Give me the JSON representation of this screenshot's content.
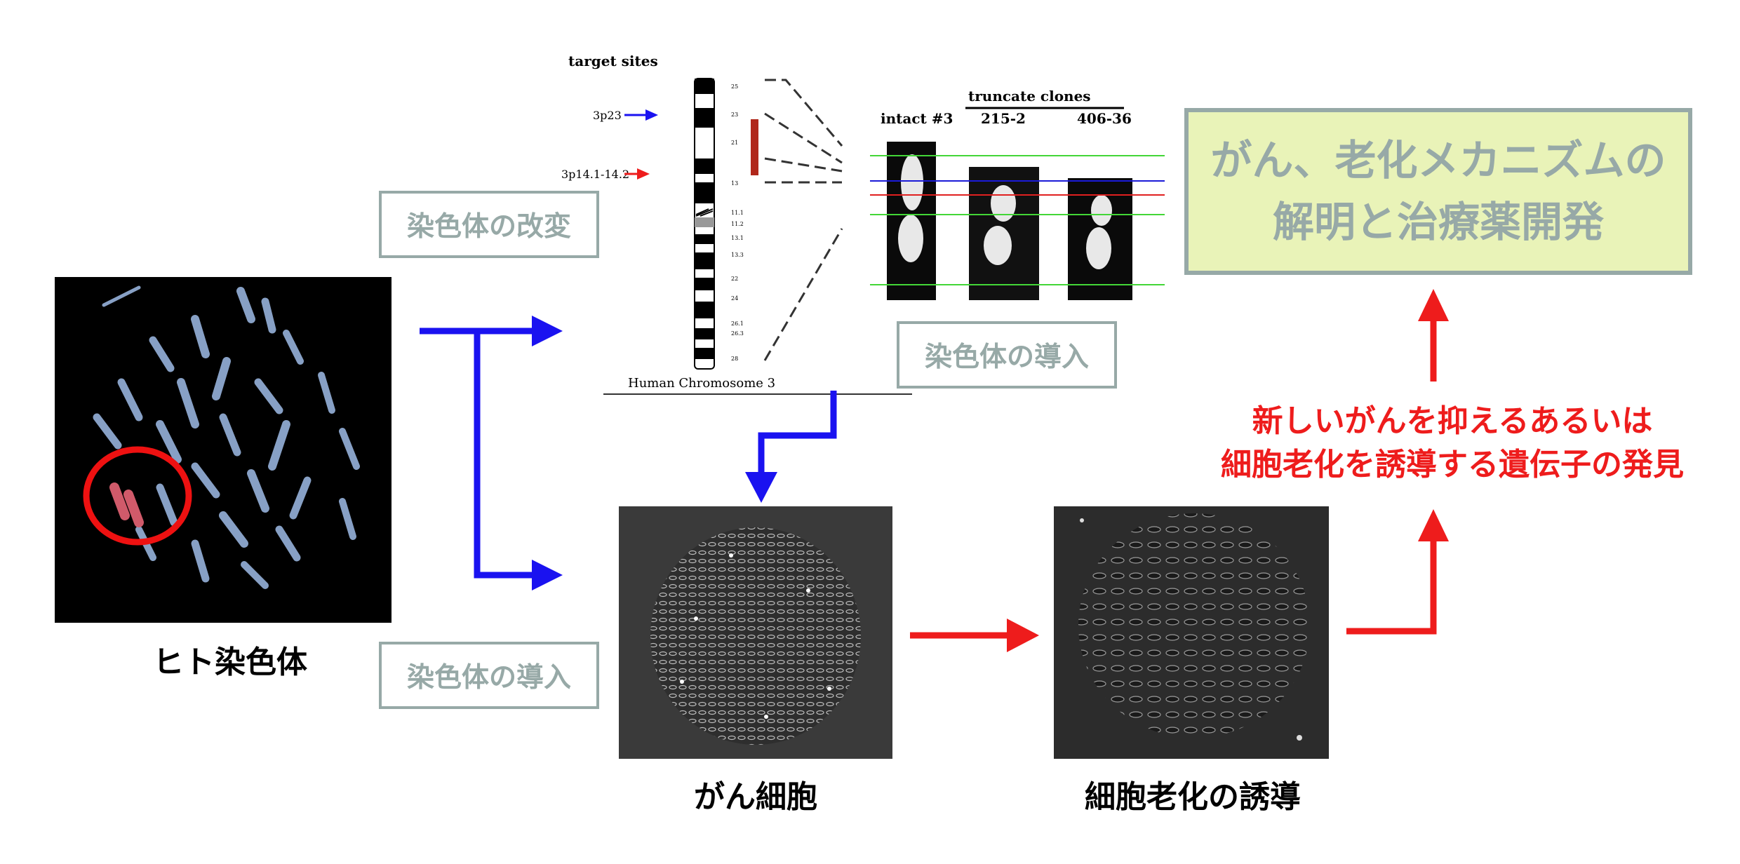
{
  "labels": {
    "human_chromosome": "ヒト染色体",
    "cancer_cell": "がん細胞",
    "senescence_induction": "細胞老化の誘導",
    "chromosome_modification": "染色体の改変",
    "chromosome_transfer_top": "染色体の導入",
    "chromosome_transfer_bottom": "染色体の導入"
  },
  "goal": {
    "line1": "がん、老化メカニズムの",
    "line2": "解明と治療薬開発"
  },
  "discovery": {
    "line1": "新しいがんを抑えるあるいは",
    "line2": "細胞老化を誘導する遺伝子の発見"
  },
  "ideogram": {
    "header": "target sites",
    "site_3p23": "3p23",
    "site_3p14": "3p14.1-14.2",
    "footer": "Human Chromosome 3"
  },
  "clones": {
    "group_title": "truncate clones",
    "intact": "intact #3",
    "clone_a": "215-2",
    "clone_b": "406-36"
  },
  "colors": {
    "blue_arrow": "#1a12f0",
    "red_arrow": "#ee1c1c",
    "box_border": "#97a9a7",
    "goal_fill": "#e9f3b8"
  }
}
